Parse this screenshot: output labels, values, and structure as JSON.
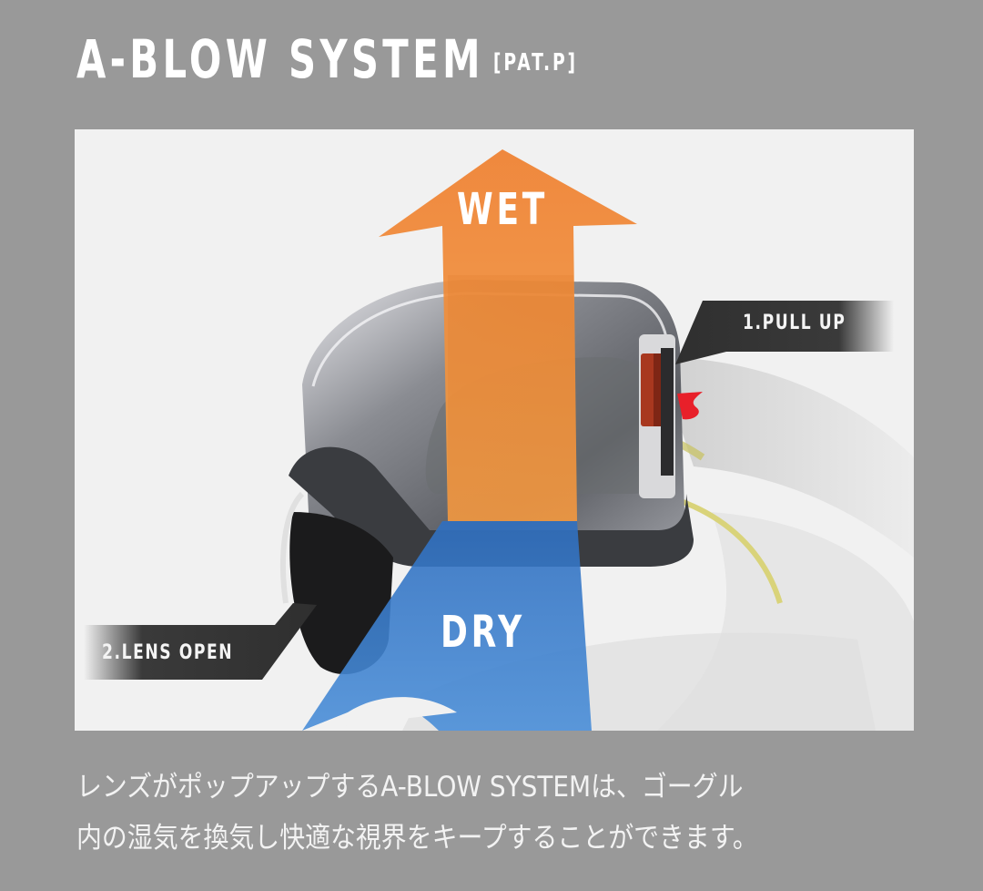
{
  "header": {
    "title": "A-BLOW SYSTEM",
    "patent_tag": "[PAT.P]"
  },
  "illustration": {
    "arrow_up_label": "WET",
    "arrow_in_label": "DRY",
    "callouts": [
      {
        "step": 1,
        "label": "1.PULL UP"
      },
      {
        "step": 2,
        "label": "2.LENS OPEN"
      }
    ],
    "colors": {
      "background": "#999999",
      "panel": "#f1f1f1",
      "wet_arrow": "#ef8a35",
      "dry_arrow": "#3a7fd0",
      "callout_bg": "#333333",
      "pull_tab": "#a8381f",
      "pull_mark": "#e8202a"
    }
  },
  "description": {
    "line1": "レンズがポップアップするA-BLOW SYSTEMは、ゴーグル",
    "line2": "内の湿気を換気し快適な視界をキープすることができます。"
  }
}
